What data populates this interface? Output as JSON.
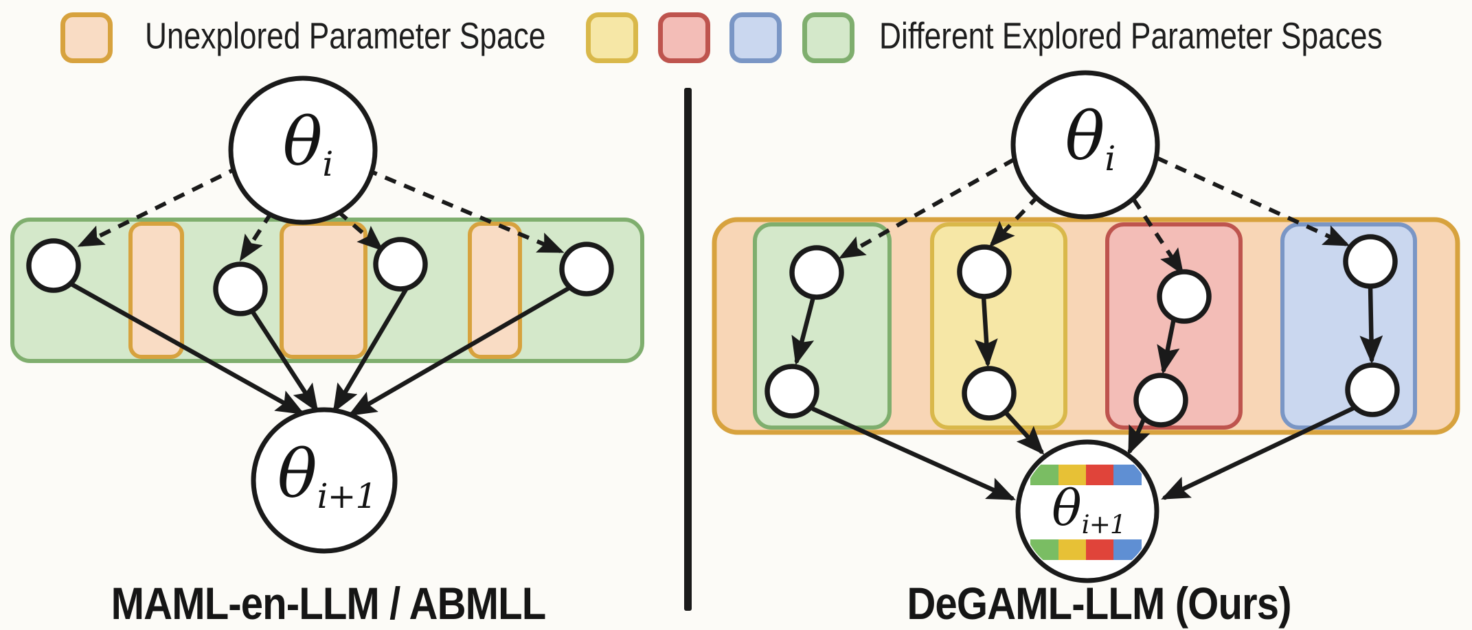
{
  "figure": {
    "legend": {
      "unexplored_label": "Unexplored Parameter Space",
      "unexplored_swatch_color": "orange",
      "explored_label": "Different Explored Parameter Spaces",
      "explored_swatch_colors": [
        "yellow",
        "red",
        "blue",
        "green"
      ]
    },
    "left_panel": {
      "caption": "MAML-en-LLM / ABMLL",
      "theta_start": {
        "base": "θ",
        "sub": "i"
      },
      "theta_next": {
        "base": "θ",
        "sub": "i+1"
      }
    },
    "right_panel": {
      "caption": "DeGAML-LLM (Ours)",
      "theta_start": {
        "base": "θ",
        "sub": "i"
      },
      "theta_next": {
        "base": "θ",
        "sub": "i+1"
      },
      "theta_next_stripe_colors": [
        "green",
        "yellow",
        "red",
        "blue"
      ]
    }
  },
  "colors": {
    "paper": "#FCFBF7",
    "ink": "#1A1A1A",
    "orange_border": "#D7A23E",
    "orange_fill": "#F9DCC4",
    "orange_band_fill": "#F8D6B6",
    "green_border": "#7FAE6E",
    "green_fill": "#D4E8CA",
    "yellow_border": "#D9B84A",
    "yellow_fill": "#F6E7A6",
    "red_border": "#BE544E",
    "red_fill": "#F3BDB7",
    "blue_border": "#7A96C5",
    "blue_fill": "#CAD7EF",
    "stripe_green": "#7ABD63",
    "stripe_yellow": "#E7C136",
    "stripe_red": "#E0443A",
    "stripe_blue": "#5F8FD3"
  }
}
